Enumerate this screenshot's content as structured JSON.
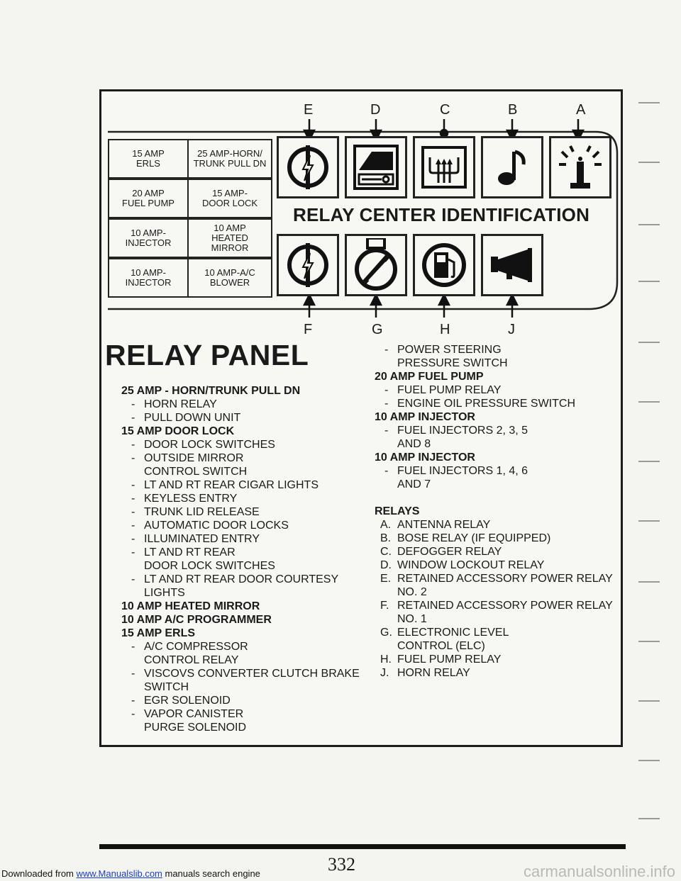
{
  "relay_letters_top": [
    "E",
    "D",
    "C",
    "B",
    "A"
  ],
  "relay_letters_bottom": [
    "F",
    "G",
    "H",
    "J"
  ],
  "fuse_cells": [
    "15 AMP\nERLS",
    "25 AMP-HORN/\nTRUNK PULL DN",
    "20 AMP\nFUEL PUMP",
    "15 AMP-\nDOOR LOCK",
    "10 AMP-\nINJECTOR",
    "10 AMP\nHEATED\nMIRROR",
    "10 AMP-\nINJECTOR",
    "10 AMP-A/C\nBLOWER"
  ],
  "relay_icons_top": [
    "power-relay-icon",
    "window-lockout-icon",
    "defogger-icon",
    "music-note-icon",
    "antenna-icon"
  ],
  "relay_icons_bottom": [
    "power-relay-icon",
    "elc-gauge-icon",
    "fuel-pump-icon",
    "horn-icon"
  ],
  "relay_center_title": "RELAY CENTER IDENTIFICATION",
  "panel_title": "RELAY PANEL",
  "left_column": [
    {
      "kind": "head",
      "text": "25 AMP - HORN/TRUNK PULL DN"
    },
    {
      "kind": "item",
      "text": "HORN RELAY"
    },
    {
      "kind": "item",
      "text": "PULL DOWN UNIT"
    },
    {
      "kind": "head",
      "text": "15 AMP DOOR LOCK"
    },
    {
      "kind": "item",
      "text": "DOOR LOCK SWITCHES"
    },
    {
      "kind": "item",
      "text": "OUTSIDE MIRROR\nCONTROL SWITCH"
    },
    {
      "kind": "item",
      "text": "LT AND RT REAR CIGAR LIGHTS"
    },
    {
      "kind": "item",
      "text": "KEYLESS ENTRY"
    },
    {
      "kind": "item",
      "text": "TRUNK LID RELEASE"
    },
    {
      "kind": "item",
      "text": "AUTOMATIC DOOR LOCKS"
    },
    {
      "kind": "item",
      "text": "ILLUMINATED ENTRY"
    },
    {
      "kind": "item",
      "text": "LT AND RT REAR\nDOOR LOCK SWITCHES"
    },
    {
      "kind": "item",
      "text": "LT AND RT REAR DOOR COURTESY\nLIGHTS"
    },
    {
      "kind": "head",
      "text": "10 AMP HEATED MIRROR"
    },
    {
      "kind": "head",
      "text": "10 AMP A/C PROGRAMMER"
    },
    {
      "kind": "head",
      "text": "15 AMP ERLS"
    },
    {
      "kind": "item",
      "text": "A/C COMPRESSOR\nCONTROL RELAY"
    },
    {
      "kind": "item",
      "text": "VISCOVS CONVERTER CLUTCH BRAKE\nSWITCH"
    },
    {
      "kind": "item",
      "text": "EGR SOLENOID"
    },
    {
      "kind": "item",
      "text": "VAPOR CANISTER\nPURGE SOLENOID"
    }
  ],
  "right_column": [
    {
      "kind": "item",
      "text": "POWER STEERING\nPRESSURE SWITCH"
    },
    {
      "kind": "head",
      "text": "20 AMP FUEL PUMP"
    },
    {
      "kind": "item",
      "text": "FUEL PUMP RELAY"
    },
    {
      "kind": "item",
      "text": "ENGINE OIL PRESSURE SWITCH"
    },
    {
      "kind": "head",
      "text": "10 AMP INJECTOR"
    },
    {
      "kind": "item",
      "text": "FUEL INJECTORS 2, 3, 5\nAND 8"
    },
    {
      "kind": "head",
      "text": "10 AMP INJECTOR"
    },
    {
      "kind": "item",
      "text": "FUEL INJECTORS 1, 4, 6\nAND 7"
    },
    {
      "kind": "gap",
      "text": ""
    },
    {
      "kind": "head",
      "text": "RELAYS"
    },
    {
      "kind": "relay",
      "key": "A.",
      "text": "ANTENNA RELAY"
    },
    {
      "kind": "relay",
      "key": "B.",
      "text": "BOSE RELAY (IF EQUIPPED)"
    },
    {
      "kind": "relay",
      "key": "C.",
      "text": "DEFOGGER RELAY"
    },
    {
      "kind": "relay",
      "key": "D.",
      "text": "WINDOW LOCKOUT RELAY"
    },
    {
      "kind": "relay",
      "key": "E.",
      "text": "RETAINED ACCESSORY POWER RELAY\nNO. 2"
    },
    {
      "kind": "relay",
      "key": "F.",
      "text": "RETAINED ACCESSORY POWER RELAY\nNO. 1"
    },
    {
      "kind": "relay",
      "key": "G.",
      "text": "ELECTRONIC LEVEL\nCONTROL (ELC)"
    },
    {
      "kind": "relay",
      "key": "H.",
      "text": "FUEL PUMP RELAY"
    },
    {
      "kind": "relay",
      "key": "J.",
      "text": "HORN RELAY"
    }
  ],
  "page_number": "332",
  "download": {
    "prefix": "Downloaded from ",
    "link": "www.Manualslib.com",
    "suffix": " manuals search engine"
  },
  "watermark": "carmanualsonline.info"
}
